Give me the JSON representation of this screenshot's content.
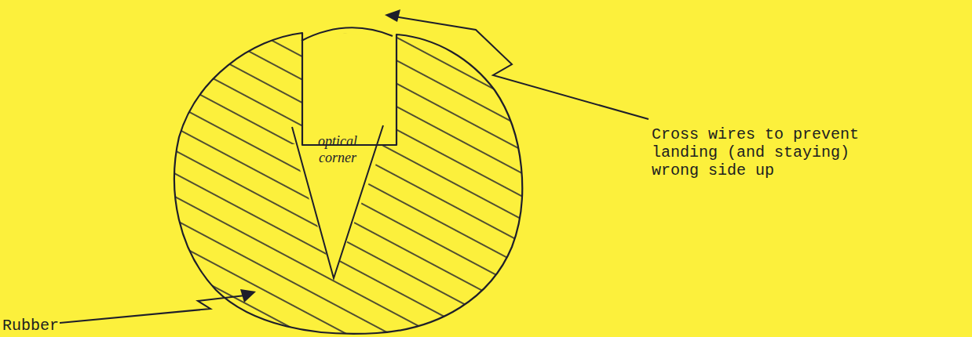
{
  "diagram": {
    "nodes": [
      {
        "text": [
          "optical corner"
        ]
      }
    ],
    "labels": [
      "Cross wires to prevent landing (and staying) wrong side up",
      "Rubber"
    ]
  }
}
